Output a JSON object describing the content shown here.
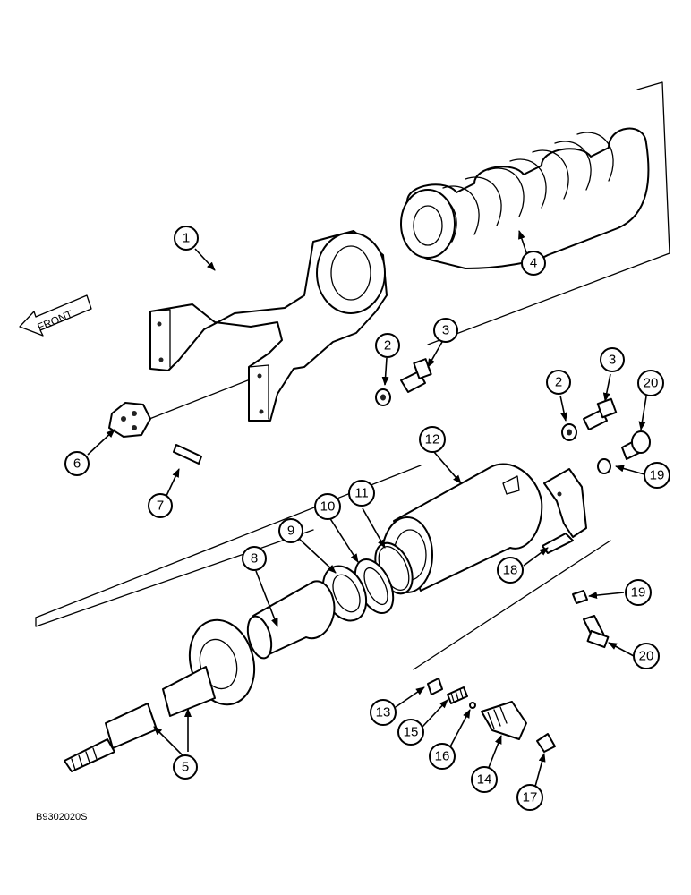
{
  "figure_code": "B9302020S",
  "front_label": "FRONT",
  "callouts": [
    {
      "id": "c1",
      "label": "1"
    },
    {
      "id": "c2a",
      "label": "2"
    },
    {
      "id": "c3a",
      "label": "3"
    },
    {
      "id": "c4",
      "label": "4"
    },
    {
      "id": "c6",
      "label": "6"
    },
    {
      "id": "c7",
      "label": "7"
    },
    {
      "id": "c2b",
      "label": "2"
    },
    {
      "id": "c3b",
      "label": "3"
    },
    {
      "id": "c20a",
      "label": "20"
    },
    {
      "id": "c12",
      "label": "12"
    },
    {
      "id": "c19a",
      "label": "19"
    },
    {
      "id": "c11",
      "label": "11"
    },
    {
      "id": "c10",
      "label": "10"
    },
    {
      "id": "c9",
      "label": "9"
    },
    {
      "id": "c8",
      "label": "8"
    },
    {
      "id": "c18",
      "label": "18"
    },
    {
      "id": "c19b",
      "label": "19"
    },
    {
      "id": "c20b",
      "label": "20"
    },
    {
      "id": "c13",
      "label": "13"
    },
    {
      "id": "c15",
      "label": "15"
    },
    {
      "id": "c16",
      "label": "16"
    },
    {
      "id": "c14",
      "label": "14"
    },
    {
      "id": "c17",
      "label": "17"
    },
    {
      "id": "c5",
      "label": "5"
    }
  ]
}
